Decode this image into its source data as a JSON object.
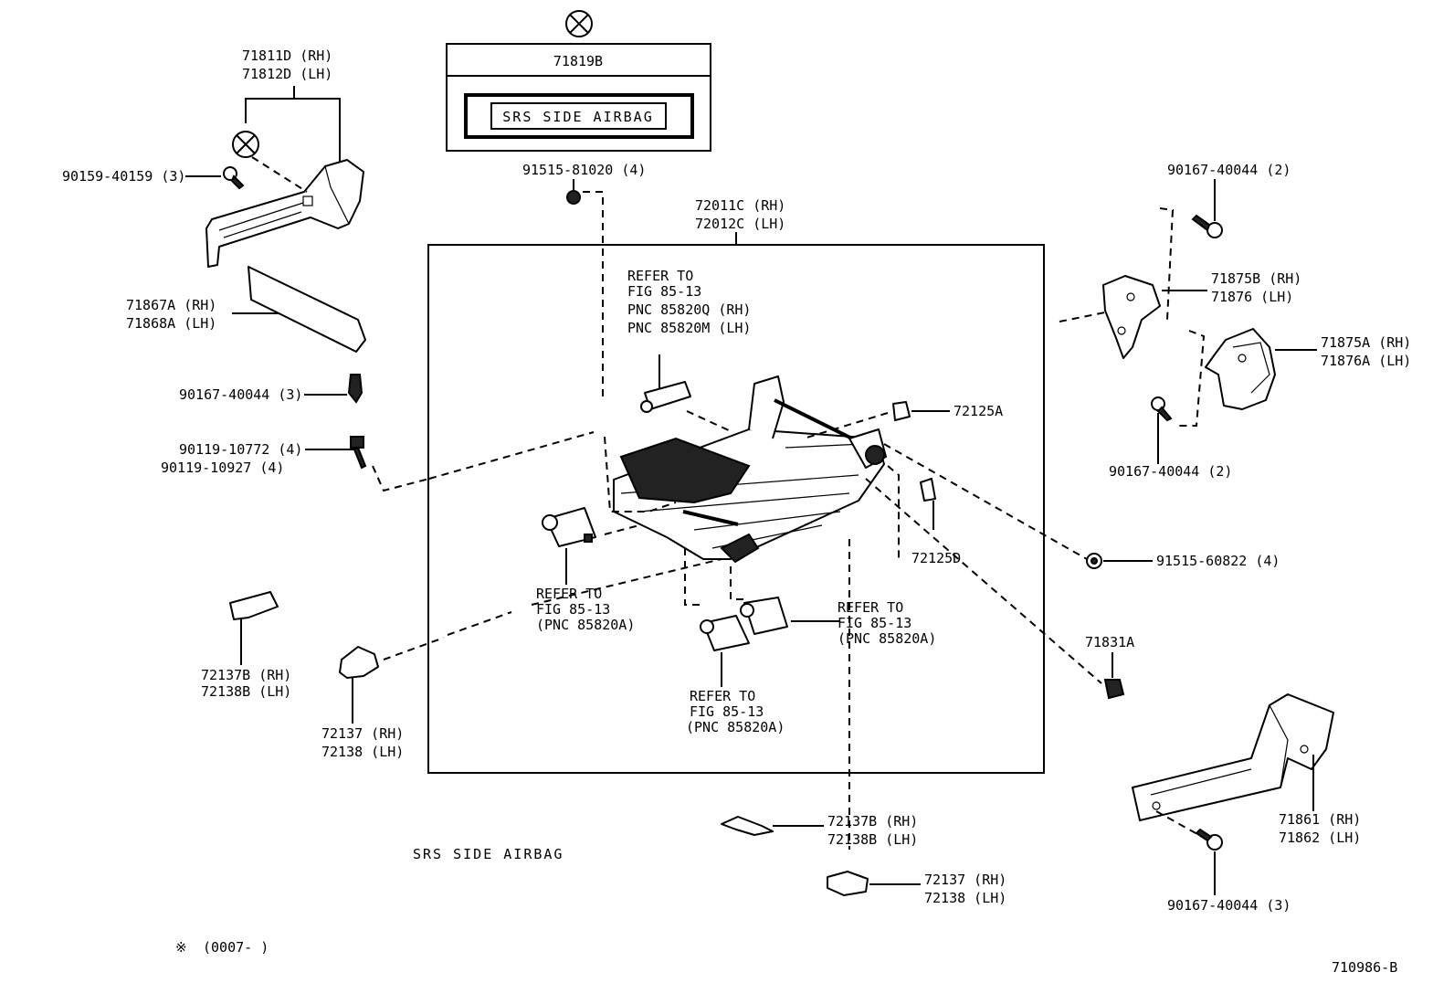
{
  "header": {
    "cut_off_text": ""
  },
  "srs_label": {
    "part_no": "71819B",
    "text": "SRS SIDE AIRBAG"
  },
  "callouts": {
    "c71811D": "71811D (RH)",
    "c71812D": "71812D (LH)",
    "c90159": "90159-40159 (3)",
    "c91515_81020": "91515-81020 (4)",
    "c72011C": "72011C (RH)",
    "c72012C": "72012C (LH)",
    "c90167_top": "90167-40044 (2)",
    "c71875B": "71875B (RH)",
    "c71876": "71876  (LH)",
    "c71875A": "71875A (RH)",
    "c71876A": "71876A (LH)",
    "c71867A": "71867A (RH)",
    "c71868A": "71868A (LH)",
    "c90167_left": "90167-40044 (3)",
    "c90119_a": "90119-10772 (4)",
    "c90119_b": "90119-10927 (4)",
    "c72125A": "72125A",
    "c90167_mid": "90167-40044 (2)",
    "c72125D": "72125D",
    "c91515_60822": "91515-60822 (4)",
    "c71831A": "71831A",
    "c72137B_l": "72137B (RH)",
    "c72138B_l": "72138B (LH)",
    "c72137_l": "72137 (RH)",
    "c72138_l": "72138 (LH)",
    "c71861": "71861 (RH)",
    "c71862": "71862 (LH)",
    "c72137B_b": "72137B (RH)",
    "c72138B_b": "72138B (LH)",
    "c72137_b": "72137 (RH)",
    "c72138_b": "72138 (LH)",
    "c90167_bot": "90167-40044 (3)"
  },
  "refer_notes": {
    "top": [
      "REFER TO",
      "FIG 85-13",
      "PNC 85820Q (RH)",
      "PNC 85820M (LH)"
    ],
    "left": [
      "REFER TO",
      "FIG 85-13",
      "(PNC 85820A)"
    ],
    "right": [
      "REFER TO",
      "FIG 85-13",
      "(PNC 85820A)"
    ],
    "bottom": [
      "REFER TO",
      "FIG 85-13",
      "(PNC 85820A)"
    ]
  },
  "footer": {
    "srs_caption": "SRS SIDE AIRBAG",
    "note_symbol": "※",
    "note_range": "(0007-       )",
    "figure_id": "710986-B"
  }
}
